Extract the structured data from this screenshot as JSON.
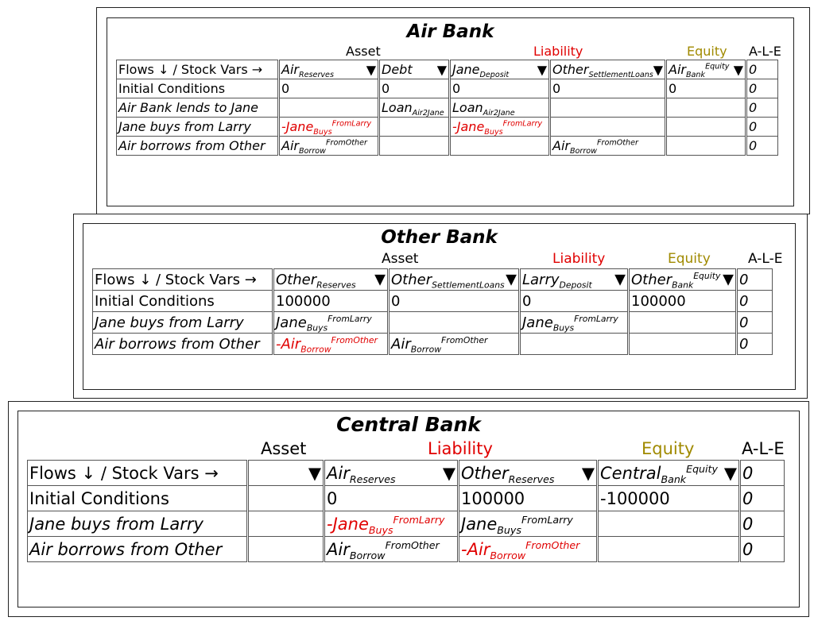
{
  "air": {
    "title": "Air Bank",
    "asset": "Asset",
    "liability": "Liability",
    "equity": "Equity",
    "ale": "A-L-E",
    "corner": "Flows ↓ / Stock Vars →",
    "cols": [
      {
        "base": "Air",
        "sub": "Reserves",
        "sup": ""
      },
      {
        "base": "Debt",
        "sub": "",
        "sup": ""
      },
      {
        "base": "Jane",
        "sub": "Deposit",
        "sup": ""
      },
      {
        "base": "Other",
        "sub": "SettlementLoans",
        "sup": ""
      },
      {
        "base": "Air",
        "sub": "Bank",
        "sup": "Equity"
      }
    ],
    "ale_head": "0",
    "rows": [
      {
        "label": "Initial Conditions",
        "italic": false,
        "cells": [
          {
            "b": "0"
          },
          {
            "b": "0"
          },
          {
            "b": "0"
          },
          {
            "b": "0"
          },
          {
            "b": "0"
          }
        ],
        "ale": "0"
      },
      {
        "label": "Air Bank lends to Jane",
        "italic": true,
        "cells": [
          {},
          {
            "b": "Loan",
            "s": "Air2Jane"
          },
          {
            "b": "Loan",
            "s": "Air2Jane"
          },
          {},
          {}
        ],
        "ale": "0"
      },
      {
        "label": "Jane buys from Larry",
        "italic": true,
        "cells": [
          {
            "b": "-Jane",
            "s": "Buys",
            "p": "FromLarry",
            "red": true
          },
          {},
          {
            "b": "-Jane",
            "s": "Buys",
            "p": "FromLarry",
            "red": true
          },
          {},
          {}
        ],
        "ale": "0"
      },
      {
        "label": "Air borrows from Other",
        "italic": true,
        "cells": [
          {
            "b": "Air",
            "s": "Borrow",
            "p": "FromOther"
          },
          {},
          {},
          {
            "b": "Air",
            "s": "Borrow",
            "p": "FromOther"
          },
          {}
        ],
        "ale": "0"
      }
    ]
  },
  "other": {
    "title": "Other Bank",
    "asset": "Asset",
    "liability": "Liability",
    "equity": "Equity",
    "ale": "A-L-E",
    "corner": "Flows ↓ / Stock Vars →",
    "cols": [
      {
        "base": "Other",
        "sub": "Reserves",
        "sup": ""
      },
      {
        "base": "Other",
        "sub": "SettlementLoans",
        "sup": ""
      },
      {
        "base": "Larry",
        "sub": "Deposit",
        "sup": ""
      },
      {
        "base": "Other",
        "sub": "Bank",
        "sup": "Equity"
      }
    ],
    "ale_head": "0",
    "rows": [
      {
        "label": "Initial Conditions",
        "italic": false,
        "cells": [
          {
            "b": "100000"
          },
          {
            "b": "0"
          },
          {
            "b": "0"
          },
          {
            "b": "100000"
          }
        ],
        "ale": "0"
      },
      {
        "label": "Jane buys from Larry",
        "italic": true,
        "cells": [
          {
            "b": "Jane",
            "s": "Buys",
            "p": "FromLarry"
          },
          {},
          {
            "b": "Jane",
            "s": "Buys",
            "p": "FromLarry"
          },
          {}
        ],
        "ale": "0"
      },
      {
        "label": "Air borrows from Other",
        "italic": true,
        "cells": [
          {
            "b": "-Air",
            "s": "Borrow",
            "p": "FromOther",
            "red": true
          },
          {
            "b": "Air",
            "s": "Borrow",
            "p": "FromOther"
          },
          {},
          {}
        ],
        "ale": "0"
      }
    ]
  },
  "central": {
    "title": "Central Bank",
    "asset": "Asset",
    "liability": "Liability",
    "equity": "Equity",
    "ale": "A-L-E",
    "corner": "Flows ↓ / Stock Vars →",
    "cols": [
      {
        "base": "",
        "sub": "",
        "sup": ""
      },
      {
        "base": "Air",
        "sub": "Reserves",
        "sup": ""
      },
      {
        "base": "Other",
        "sub": "Reserves",
        "sup": ""
      },
      {
        "base": "Central",
        "sub": "Bank",
        "sup": "Equity"
      }
    ],
    "ale_head": "0",
    "rows": [
      {
        "label": "Initial Conditions",
        "italic": false,
        "cells": [
          {},
          {
            "b": "0"
          },
          {
            "b": "100000"
          },
          {
            "b": "-100000"
          }
        ],
        "ale": "0"
      },
      {
        "label": "Jane buys from Larry",
        "italic": true,
        "cells": [
          {},
          {
            "b": "-Jane",
            "s": "Buys",
            "p": "FromLarry",
            "red": true
          },
          {
            "b": "Jane",
            "s": "Buys",
            "p": "FromLarry"
          },
          {}
        ],
        "ale": "0"
      },
      {
        "label": "Air borrows from Other",
        "italic": true,
        "cells": [
          {},
          {
            "b": "Air",
            "s": "Borrow",
            "p": "FromOther"
          },
          {
            "b": "-Air",
            "s": "Borrow",
            "p": "FromOther",
            "red": true
          },
          {}
        ],
        "ale": "0"
      }
    ]
  },
  "icons": {
    "dropdown": "▼"
  },
  "colors": {
    "liability": "#e00000",
    "equity": "#a08a00"
  }
}
